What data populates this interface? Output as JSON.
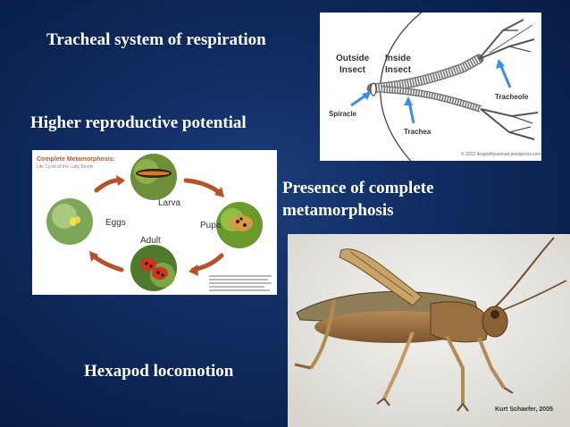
{
  "slide": {
    "captions": {
      "tracheal": "Tracheal system of respiration",
      "reproductive": "Higher reproductive potential",
      "metamorphosis_line1": "Presence of complete",
      "metamorphosis_line2": "metamorphosis",
      "locomotion": "Hexapod locomotion"
    }
  },
  "trachea_diagram": {
    "label_outside_1": "Outside",
    "label_outside_2": "Insect",
    "label_inside_1": "Inside",
    "label_inside_2": "Insect",
    "label_tracheole": "Tracheole",
    "label_spiracle": "Spiracle",
    "label_trachea": "Trachea",
    "credit": "© 2012 dragonflywoman.wordpress.com",
    "arrow_color": "#3d8ee0"
  },
  "metamorphosis_diagram": {
    "title": "Complete Metamorphosis:",
    "subtitle": "Life Cycle of the Lady Beetle",
    "stage_larva": "Larva",
    "stage_pupa": "Pupa",
    "stage_adult": "Adult",
    "stage_eggs": "Eggs",
    "arrow_color": "#b5522a"
  },
  "grasshopper_photo": {
    "credit": "Kurt Schaefer, 2005"
  }
}
